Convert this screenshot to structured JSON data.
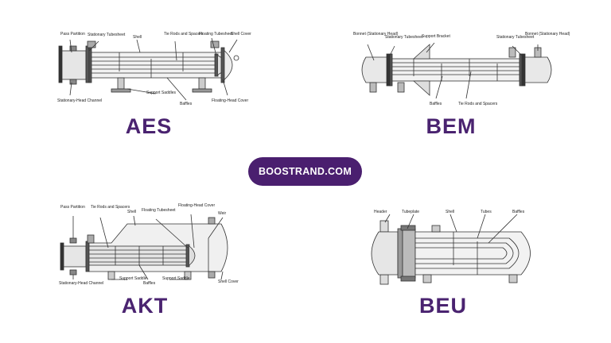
{
  "brand": {
    "label": "BOOSTRAND.COM",
    "bg_color": "#4a1f6f",
    "text_color": "#ffffff"
  },
  "accent_color": "#4a2370",
  "diagrams": {
    "aes": {
      "code": "AES",
      "labels": {
        "pass_partition": "Pass Partition",
        "stationary_tubesheet": "Stationary Tubesheet",
        "shell": "Shell",
        "tie_rods": "Tie Rods and Spacers",
        "floating_tubesheet": "Floating Tubesheet",
        "shell_cover": "Shell Cover",
        "stationary_head_channel": "Stationary-Head Channel",
        "support_saddles": "Support Saddles",
        "baffles": "Baffles",
        "floating_head_cover": "Floating-Head Cover"
      }
    },
    "bem": {
      "code": "BEM",
      "labels": {
        "bonnet_stationary_head_left": "Bonnet (Stationary Head)",
        "stationary_tubesheet_left": "Stationary Tubesheet",
        "support_bracket": "Support Bracket",
        "stationary_tubesheet_right": "Stationary Tubesheet",
        "bonnet_stationary_head_right": "Bonnet (Stationary Head)",
        "baffles": "Baffles",
        "tie_rods": "Tie Rods and Spacers"
      }
    },
    "akt": {
      "code": "AKT",
      "labels": {
        "pass_partition": "Pass Partition",
        "tie_rods": "Tie Rods and Spacers",
        "shell": "Shell",
        "floating_tubesheet": "Floating Tubesheet",
        "floating_head_cover": "Floating-Head Cover",
        "weir": "Weir",
        "stationary_head_channel": "Stationary-Head Channel",
        "support_saddle_left": "Support Saddle",
        "baffles": "Baffles",
        "support_saddle_right": "Support Saddle",
        "shell_cover": "Shell Cover"
      }
    },
    "beu": {
      "code": "BEU",
      "labels": {
        "header": "Header",
        "tubeplate": "Tubeplate",
        "shell": "Shell",
        "tubes": "Tubes",
        "baffles": "Baffles"
      }
    }
  }
}
